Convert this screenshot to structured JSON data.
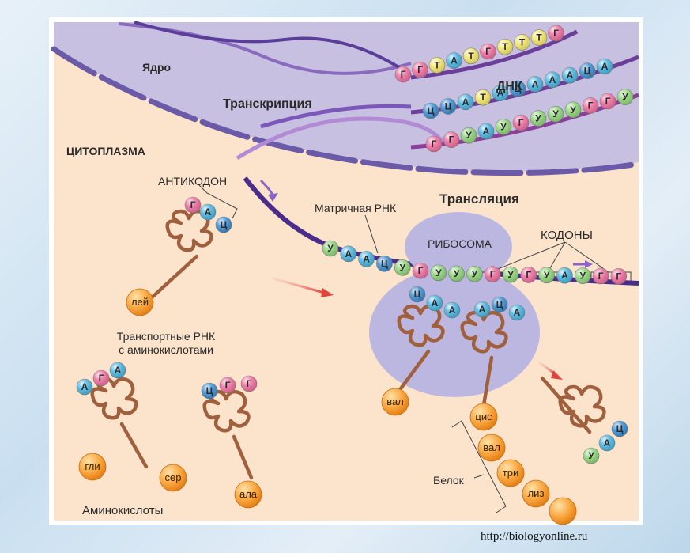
{
  "labels": {
    "nucleus": "Ядро",
    "transcription": "Транскрипция",
    "dna": "ДНК",
    "cytoplasm": "ЦИТОПЛАЗМА",
    "anticodon": "АНТИКОДОН",
    "translation": "Трансляция",
    "mrna": "Матричная РНК",
    "ribosome": "РИБОСОМА",
    "codons": "КОДОНЫ",
    "trna_line1": "Транспортные РНК",
    "trna_line2": "с аминокислотами",
    "amino_acids": "Аминокислоты",
    "protein": "Белок",
    "credit": "http://biologyonline.ru"
  },
  "dna_strands": {
    "strand1": [
      "Г",
      "Г",
      "Т",
      "А",
      "Т",
      "Г",
      "Т",
      "Т",
      "Т",
      "Г"
    ],
    "strand2": [
      "Ц",
      "Ц",
      "А",
      "Т",
      "А",
      "Ц",
      "А",
      "А",
      "А",
      "Ц",
      "А"
    ],
    "strand3": [
      "Г",
      "Г",
      "У",
      "А",
      "У",
      "Г",
      "У",
      "У",
      "У",
      "Г",
      "Г",
      "У"
    ]
  },
  "mrna": [
    "У",
    "А",
    "А",
    "Ц",
    "У",
    "Г",
    "У",
    "У",
    "У",
    "Г",
    "У",
    "Г",
    "У",
    "А",
    "У",
    "Г",
    "Г"
  ],
  "trnas": {
    "anticodon_trna": {
      "bases": [
        "Г",
        "А",
        "Ц"
      ],
      "amino_acid": "лей"
    },
    "free_trna_1": {
      "bases": [
        "А",
        "Г",
        "А"
      ]
    },
    "free_trna_2": {
      "bases": [
        "Ц",
        "Г",
        "Г"
      ],
      "amino_acid": "ала"
    },
    "ribosome_trna_1": {
      "bases": [
        "Ц",
        "А",
        "А"
      ],
      "amino_acid": "вал"
    },
    "ribosome_trna_2": {
      "bases": [
        "А",
        "Ц",
        "А"
      ]
    },
    "leaving_trna": {
      "bases": [
        "Ц",
        "А",
        "У"
      ]
    }
  },
  "free_amino_acids": [
    "гли",
    "сер"
  ],
  "protein_chain": [
    "цис",
    "вал",
    "три",
    "лиз"
  ],
  "base_colors": {
    "Г": "#ee6f9f",
    "Ц": "#3d8fd1",
    "А": "#4bb4df",
    "Т": "#f1e56a",
    "У": "#8fd37a"
  },
  "colors": {
    "nucleus": "#c7c0e0",
    "cytoplasm": "#fbe3cc",
    "ribosome": "#bcb7e0",
    "trna": "#a1603d",
    "amino_acid": "#f8a33a"
  }
}
